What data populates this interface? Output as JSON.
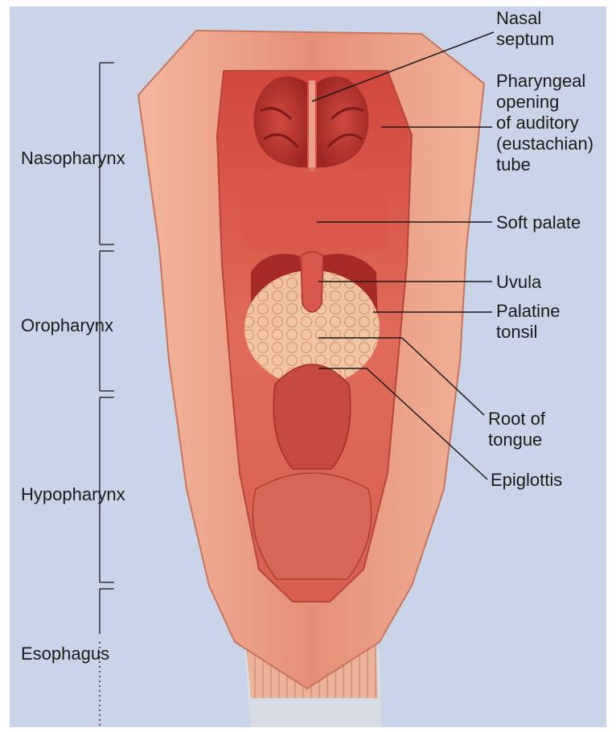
{
  "regions": {
    "nasopharynx": "Nasopharynx",
    "oropharynx": "Oropharynx",
    "hypopharynx": "Hypopharynx",
    "esophagus": "Esophagus"
  },
  "labels": {
    "nasal_septum": "Nasal\nseptum",
    "pharyngeal_opening": "Pharyngeal\nopening\nof auditory\n(eustachian)\ntube",
    "soft_palate": "Soft palate",
    "uvula": "Uvula",
    "palatine_tonsil": "Palatine\ntonsil",
    "root_of_tongue": "Root of\ntongue",
    "epiglottis": "Epiglottis"
  },
  "colors": {
    "background": "#c9d4e8",
    "tissue_outer": "#e89a80",
    "tissue_inner": "#d9574a",
    "cavity_dark": "#b52d2a",
    "tonsil": "#f2c8a2"
  }
}
